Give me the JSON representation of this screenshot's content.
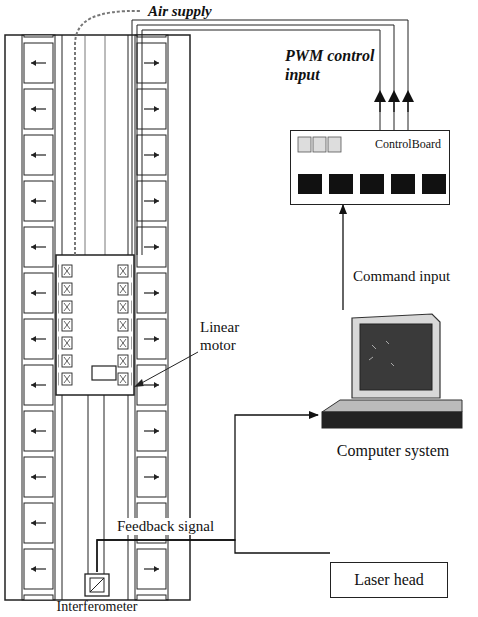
{
  "diagram": {
    "nodes": [
      {
        "text": [
          "ControlBoard"
        ]
      },
      {
        "text": [
          "Computer system"
        ]
      },
      {
        "text": [
          "Laser head"
        ]
      },
      {
        "text": [
          "Interferometer"
        ]
      }
    ],
    "edges": [
      {
        "from": 1,
        "to": 0,
        "arrow": "to",
        "label": "Command input"
      },
      {
        "from": 3,
        "to": 1,
        "arrow": "to",
        "label": "Feedback signal"
      },
      {
        "from": 3,
        "to": 2,
        "arrow": "none"
      }
    ],
    "labels": [
      "Air supply",
      "PWM control input",
      "Linear motor"
    ]
  }
}
